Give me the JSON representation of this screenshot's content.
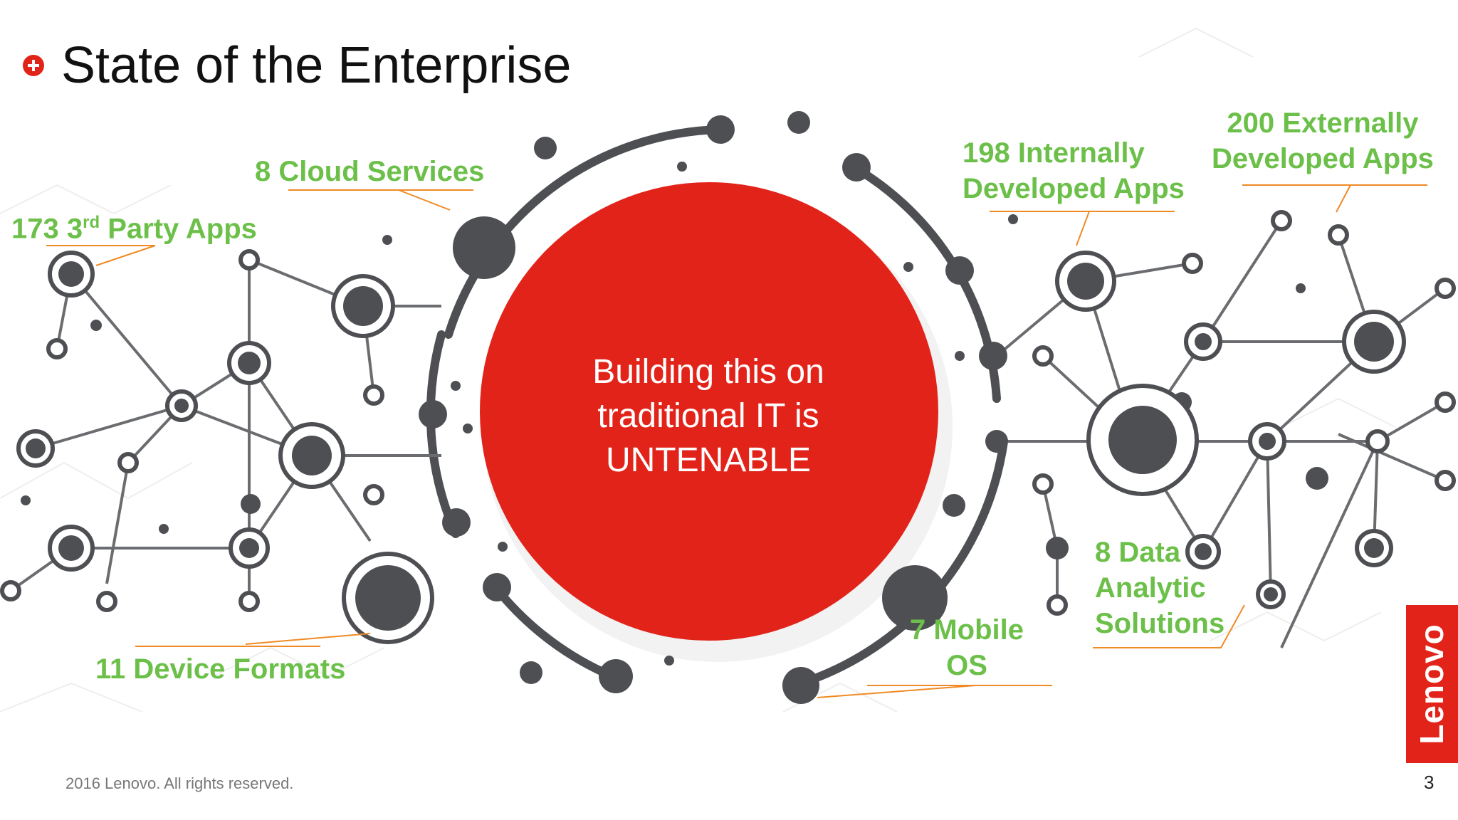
{
  "title": "State of the Enterprise",
  "center": {
    "line1": "Building this on",
    "line2": "traditional IT is",
    "line3": "UNTENABLE"
  },
  "labels": {
    "cloud_services": "8 Cloud Services",
    "third_party_num": "173 3",
    "third_party_sup": "rd",
    "third_party_rest": " Party Apps",
    "device_formats": "11 Device Formats",
    "internal_line1": "198 Internally",
    "internal_line2": "Developed Apps",
    "external_line1": "200 Externally",
    "external_line2": "Developed Apps",
    "data_line1": "8 Data",
    "data_line2": "Analytic",
    "data_line3": "Solutions",
    "mobile_line1": "7 Mobile",
    "mobile_line2": "OS"
  },
  "footer": "2016 Lenovo. All rights reserved.",
  "page_number": "3",
  "logo_text": "Lenovo",
  "colors": {
    "accent_red": "#e2231a",
    "label_green": "#6cc04a",
    "node_gray": "#4d4f53",
    "leader_orange": "#f08a24"
  },
  "icons": [
    "plus-bullet-icon"
  ]
}
